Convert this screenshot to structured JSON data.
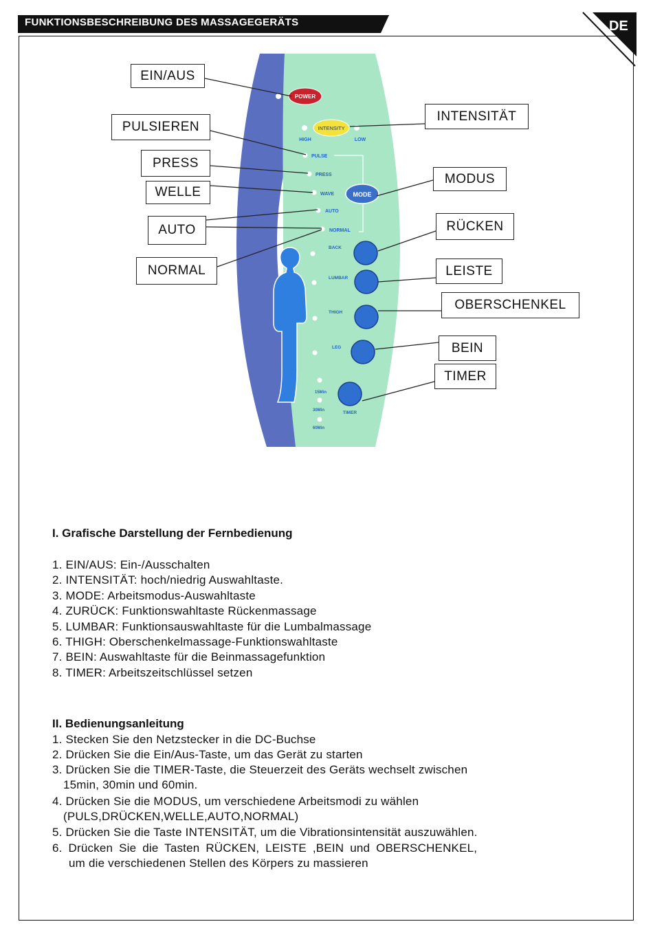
{
  "header": {
    "title": "FUNKTIONSBESCHREIBUNG DES MASSAGEGERÄTS",
    "lang": "DE"
  },
  "remote": {
    "power": "POWER",
    "intensity": "INTENSITY",
    "high": "HIGH",
    "low": "LOW",
    "pulse": "PULSE",
    "press": "PRESS",
    "wave": "WAVE",
    "auto": "AUTO",
    "normal": "NORMAL",
    "mode": "MODE",
    "back": "BACK",
    "lumbar": "LUMBAR",
    "thigh": "THIGH",
    "leg": "LEG",
    "t15": "15Min",
    "t30": "30Min",
    "t60": "60Min",
    "timer": "TIMER"
  },
  "callouts": {
    "einaus": "EIN/AUS",
    "pulsieren": "PULSIEREN",
    "press": "PRESS",
    "welle": "WELLE",
    "auto": "AUTO",
    "normal": "NORMAL",
    "intensitaet": "INTENSITÄT",
    "modus": "MODUS",
    "ruecken": "RÜCKEN",
    "leiste": "LEISTE",
    "oberschenkel": "OBERSCHENKEL",
    "bein": "BEIN",
    "timer": "TIMER"
  },
  "section1": {
    "title": "I. Grafische Darstellung der Fernbedienung",
    "items": [
      "1. EIN/AUS: Ein-/Ausschalten",
      "2. INTENSITÄT: hoch/niedrig Auswahltaste.",
      "3. MODE: Arbeitsmodus-Auswahltaste",
      "4. ZURÜCK: Funktionswahltaste Rückenmassage",
      "5. LUMBAR: Funktionsauswahltaste für die Lumbalmassage",
      "6. THIGH: Oberschenkelmassage-Funktionswahltaste",
      "7. BEIN: Auswahltaste für die Beinmassagefunktion",
      "8. TIMER: Arbeitszeitschlüssel setzen"
    ]
  },
  "section2": {
    "title": "II. Bedienungsanleitung",
    "items": [
      "1. Stecken Sie den Netzstecker in die DC-Buchse",
      "2. Drücken Sie die Ein/Aus-Taste, um das Gerät zu starten",
      "3. Drücken Sie die TIMER-Taste, die Steuerzeit des Geräts wechselt zwischen",
      "15min, 30min und 60min.",
      "4. Drücken Sie die MODUS, um verschiedene Arbeitsmodi zu wählen",
      "(PULS,DRÜCKEN,WELLE,AUTO,NORMAL)",
      "5. Drücken Sie die Taste INTENSITÄT, um die Vibrationsintensität auszuwählen.",
      "6. Drücken Sie die Tasten RÜCKEN, LEISTE ,BEIN und OBERSCHENKEL,",
      "um die verschiedenen Stellen des Körpers zu massieren"
    ]
  }
}
